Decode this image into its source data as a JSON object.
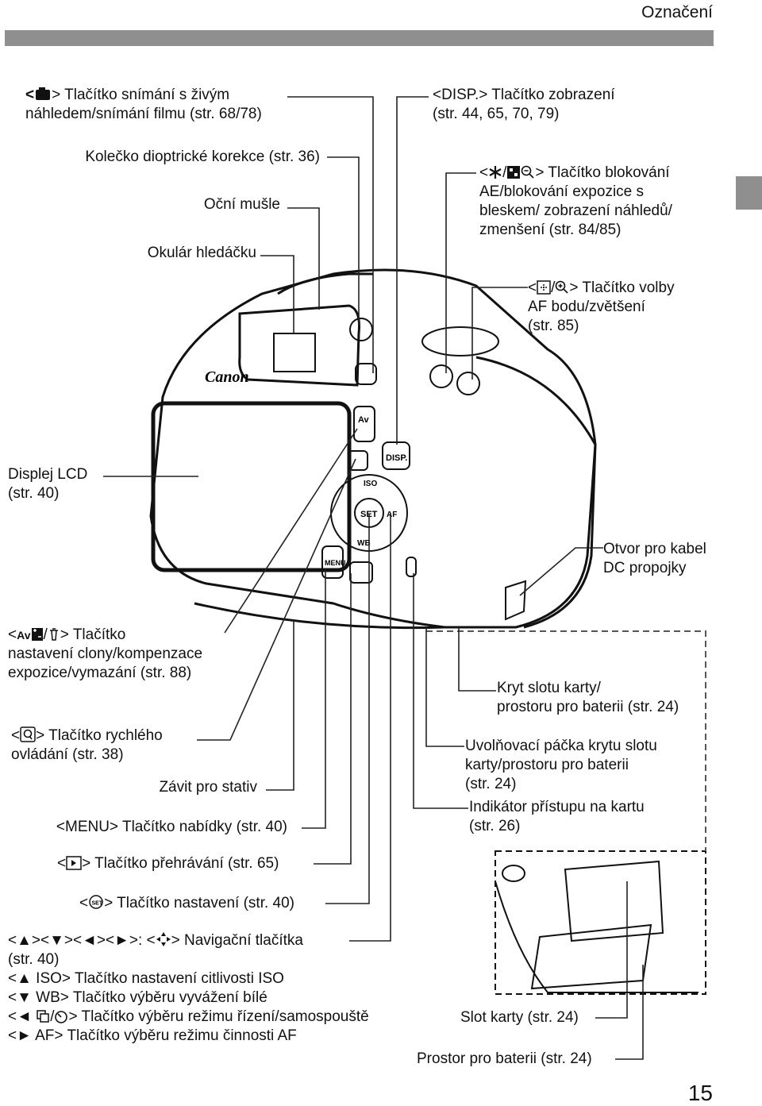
{
  "page": {
    "header": "Označení",
    "page_number": "15"
  },
  "labels": {
    "live_view": [
      "<",
      "> Tlačítko snímání s živým",
      "náhledem/snímání filmu (str. 68/78)"
    ],
    "diopter": "Kolečko dioptrické korekce (str. 36)",
    "eyecup": "Oční mušle",
    "eyepiece": "Okulár hledáčku",
    "disp": [
      "<DISP.> Tlačítko zobrazení",
      "(str. 44, 65, 70, 79)"
    ],
    "ae_lock": [
      "<",
      "/",
      "> Tlačítko blokování",
      "AE/blokování expozice s",
      "bleskem/ zobrazení náhledů/",
      "zmenšení (str. 84/85)"
    ],
    "af_point": [
      "<",
      "/",
      "> Tlačítko volby",
      "AF bodu/zvětšení",
      "(str. 85)"
    ],
    "lcd": [
      "Displej LCD",
      "(str. 40)"
    ],
    "dc_coupler": [
      "Otvor pro kabel",
      "DC propojky"
    ],
    "av_button": [
      "<",
      "/",
      "> Tlačítko",
      "nastavení clony/kompenzace",
      "expozice/vymazání (str. 88)"
    ],
    "card_cover": [
      "Kryt slotu karty/",
      "prostoru pro baterii (str. 24)"
    ],
    "q_button": [
      "<",
      "> Tlačítko rychlého",
      "ovládání (str. 38)"
    ],
    "release_lever": [
      "Uvolňovací páčka krytu slotu",
      "karty/prostoru pro baterii",
      "(str. 24)"
    ],
    "tripod": "Závit pro stativ",
    "access_lamp": [
      "Indikátor přístupu na kartu",
      "(str. 26)"
    ],
    "menu_button": "<MENU> Tlačítko nabídky (str. 40)",
    "play_button": [
      "<",
      "> Tlačítko přehrávání (str. 65)"
    ],
    "set_button": [
      "<",
      "> Tlačítko nastavení (str. 40)"
    ],
    "cross_keys": [
      "<▲><▼><◄><►>: <",
      "> Navigační tlačítka",
      "(str. 40)"
    ],
    "iso_key": "<▲ ISO> Tlačítko nastavení citlivosti ISO",
    "wb_key": "<▼ WB> Tlačítko výběru vyvážení bílé",
    "drive_key": [
      "<◄ ",
      "/",
      "> Tlačítko výběru režimu řízení/samospouště"
    ],
    "af_key": "<► AF> Tlačítko výběru režimu činnosti AF",
    "card_slot": "Slot karty (str. 24)",
    "battery": "Prostor pro baterii (str. 24)"
  },
  "camera": {
    "brand": "Canon",
    "buttons": [
      "Av",
      "DISP.",
      "ISO",
      "SET",
      "AF",
      "WB",
      "MENU"
    ]
  },
  "colors": {
    "band": "#8f8f8f",
    "ink": "#111111"
  }
}
